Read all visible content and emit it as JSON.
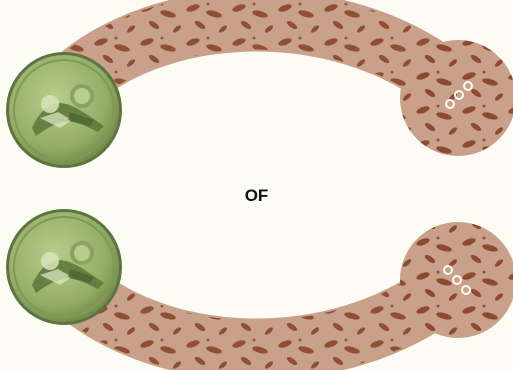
{
  "separator": {
    "label": "OF"
  },
  "colors": {
    "background": "#fcfcf5",
    "track_fill": "#c9a08a",
    "track_pattern": "#8c4a32",
    "coin_fill": "#9fb774",
    "coin_rim": "#6f8a48",
    "coin_shade": "#5c7440",
    "label": "#111111"
  },
  "options": [
    {
      "name": "top",
      "curve": "upper-arc",
      "left_end": "green-coin-icon",
      "right_end": "patterned-circle-icon"
    },
    {
      "name": "bottom",
      "curve": "lower-arc",
      "left_end": "green-coin-icon",
      "right_end": "patterned-circle-icon"
    }
  ]
}
